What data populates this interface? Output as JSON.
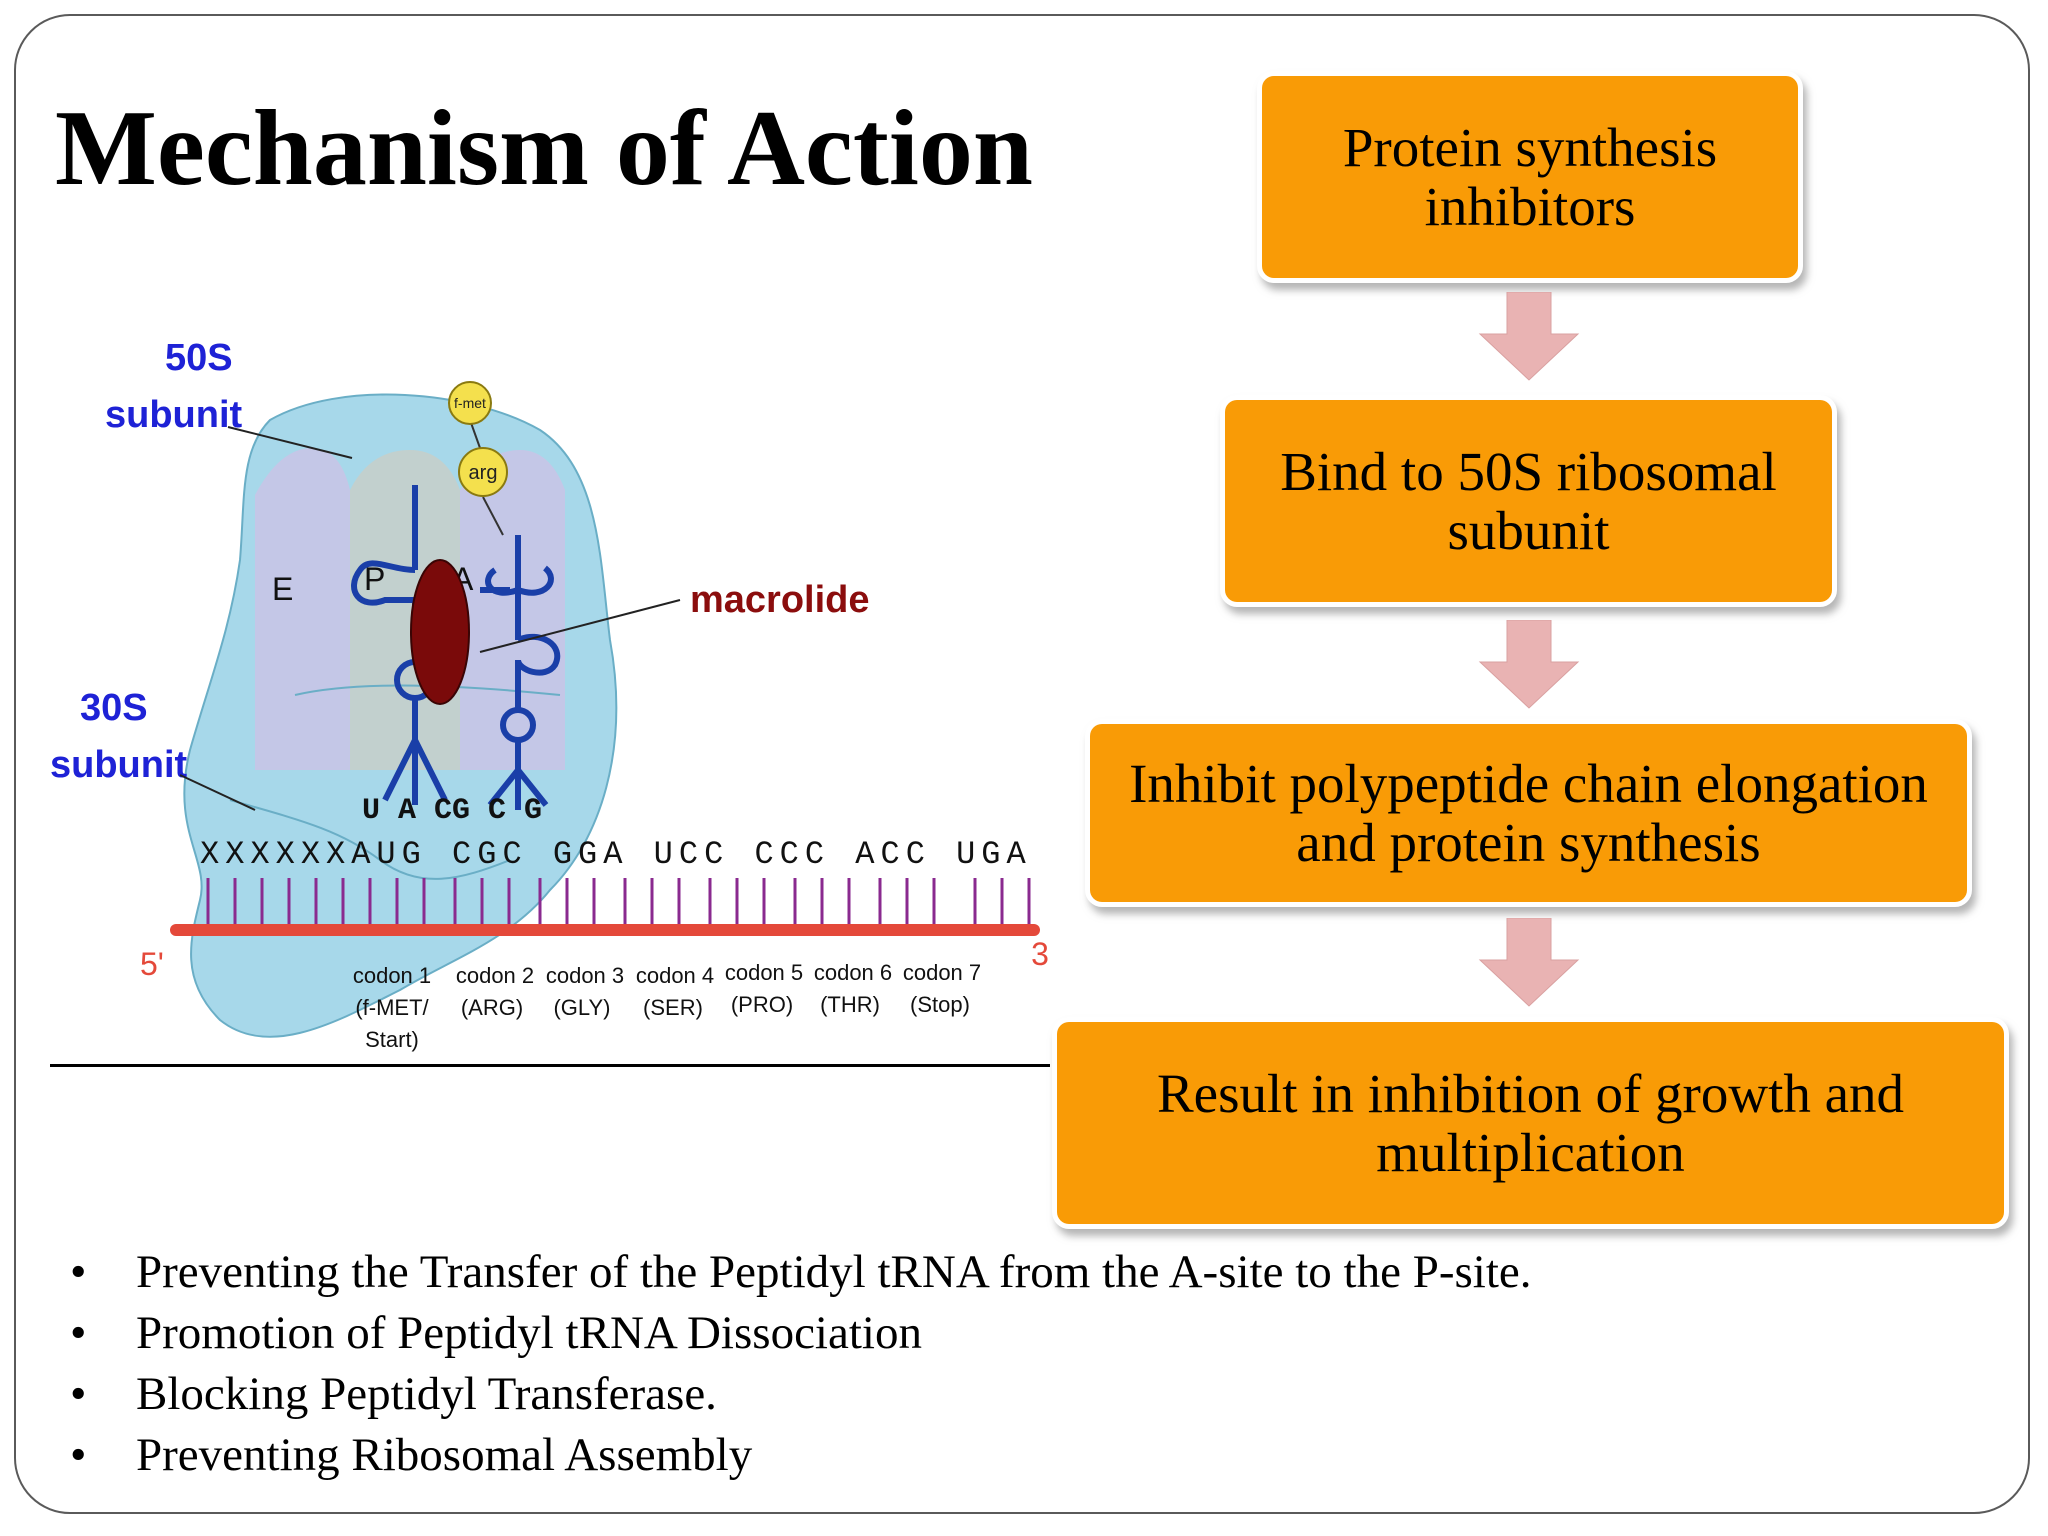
{
  "slide": {
    "title": "Mechanism of Action"
  },
  "flowchart": {
    "boxes": [
      "Protein synthesis\ninhibitors",
      "Bind to 50S ribosomal\nsubunit",
      "Inhibit polypeptide chain elongation\nand protein synthesis",
      "Result in inhibition of growth and\nmultiplication"
    ],
    "box_color": "#f99b06",
    "arrow_color": "#e9b3b3"
  },
  "diagram": {
    "label_50s": "50S",
    "label_50s_sub": "subunit",
    "label_30s": "30S",
    "label_30s_sub": "subunit",
    "label_macrolide": "macrolide",
    "site_e": "E",
    "site_p": "P",
    "site_a": "A",
    "amino_fmet": "f-met",
    "amino_arg": "arg",
    "anticodon_1": "U A C",
    "anticodon_2": "G C G",
    "mrna_sequence": "XXXXXXAUG CGC GGA UCC CCC ACC UGA",
    "end_5": "5'",
    "end_3": "3'",
    "codons": [
      {
        "name": "codon 1",
        "aa": "(f-MET/",
        "extra": "Start)"
      },
      {
        "name": "codon 2",
        "aa": "(ARG)",
        "extra": ""
      },
      {
        "name": "codon 3",
        "aa": "(GLY)",
        "extra": ""
      },
      {
        "name": "codon 4",
        "aa": "(SER)",
        "extra": ""
      },
      {
        "name": "codon 5",
        "aa": "(PRO)",
        "extra": ""
      },
      {
        "name": "codon 6",
        "aa": "(THR)",
        "extra": ""
      },
      {
        "name": "codon 7",
        "aa": "(Stop)",
        "extra": ""
      }
    ],
    "colors": {
      "ribosome": "#a7d8ea",
      "subunit_label": "#1e22d6",
      "macrolide_label": "#8b0d0d",
      "macrolide_body": "#7a0a0a",
      "trna": "#1a3fa8",
      "mrna_strand": "#e4493a",
      "ticks": "#8a2a8f",
      "amino_acid": "#f4e04d"
    }
  },
  "bullets": {
    "marker": "•",
    "items": [
      "Preventing the Transfer of the Peptidyl  tRNA from the A-site to the P-site.",
      "Promotion of Peptidyl tRNA Dissociation",
      "Blocking Peptidyl Transferase.",
      "Preventing Ribosomal Assembly"
    ]
  }
}
